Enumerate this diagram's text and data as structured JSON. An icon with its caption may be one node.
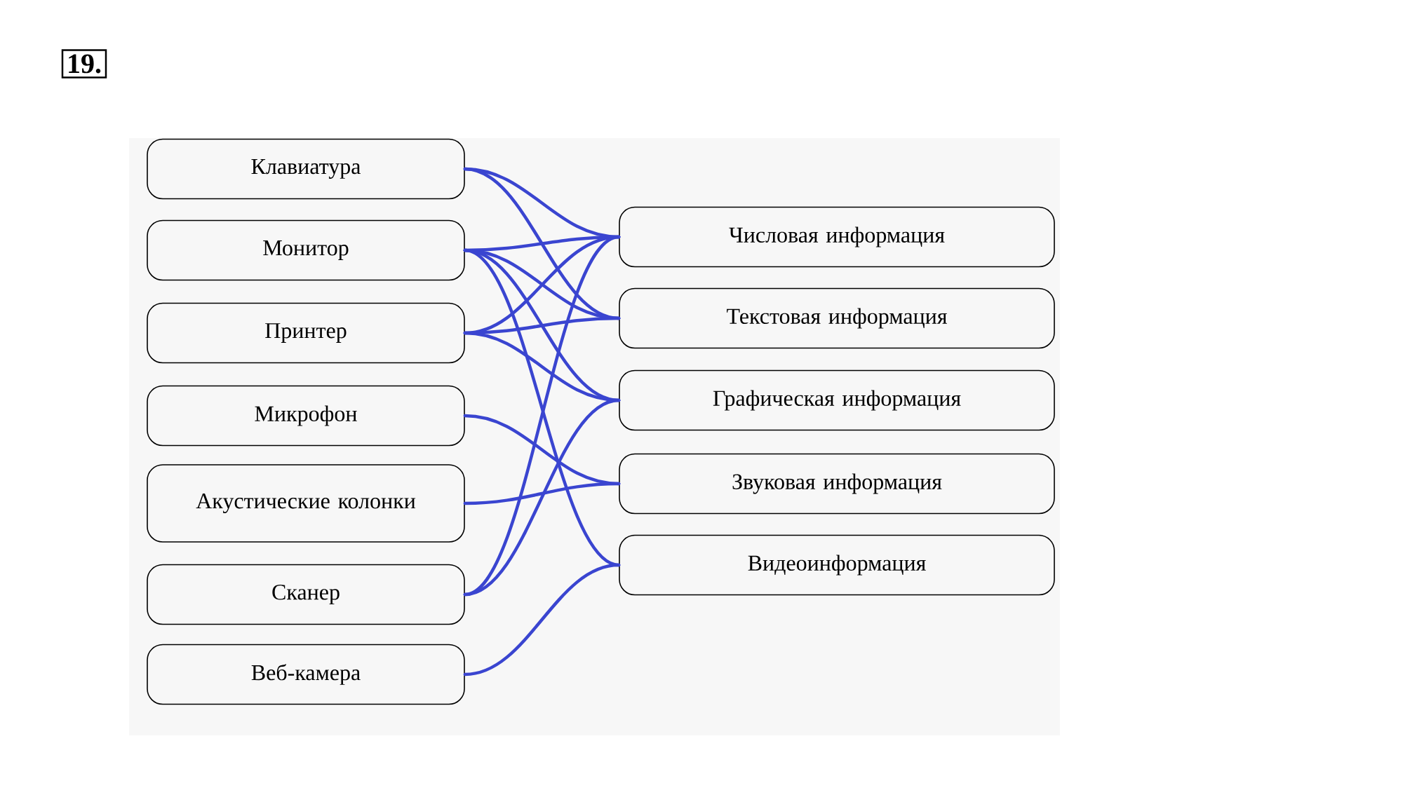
{
  "diagram": {
    "nodes": [
      {
        "text": [
          "Клавиатура"
        ]
      },
      {
        "text": [
          "Монитор"
        ]
      },
      {
        "text": [
          "Принтер"
        ]
      },
      {
        "text": [
          "Микрофон"
        ]
      },
      {
        "text": [
          "Акустические колонки"
        ]
      },
      {
        "text": [
          "Сканер"
        ]
      },
      {
        "text": [
          "Веб-камера"
        ]
      },
      {
        "text": [
          "Числовая информация"
        ]
      },
      {
        "text": [
          "Текстовая информация"
        ]
      },
      {
        "text": [
          "Графическая информация"
        ]
      },
      {
        "text": [
          "Звуковая информация"
        ]
      },
      {
        "text": [
          "Видеоинформация"
        ]
      }
    ],
    "edges": [
      {
        "from": 0,
        "to": 7,
        "arrow": "none"
      },
      {
        "from": 0,
        "to": 8,
        "arrow": "none"
      },
      {
        "from": 1,
        "to": 7,
        "arrow": "none"
      },
      {
        "from": 1,
        "to": 8,
        "arrow": "none"
      },
      {
        "from": 1,
        "to": 9,
        "arrow": "none"
      },
      {
        "from": 1,
        "to": 11,
        "arrow": "none"
      },
      {
        "from": 2,
        "to": 7,
        "arrow": "none"
      },
      {
        "from": 2,
        "to": 8,
        "arrow": "none"
      },
      {
        "from": 2,
        "to": 9,
        "arrow": "none"
      },
      {
        "from": 3,
        "to": 10,
        "arrow": "none"
      },
      {
        "from": 4,
        "to": 10,
        "arrow": "none"
      },
      {
        "from": 5,
        "to": 7,
        "arrow": "none"
      },
      {
        "from": 5,
        "to": 9,
        "arrow": "none"
      },
      {
        "from": 6,
        "to": 11,
        "arrow": "none"
      }
    ],
    "labels": [
      "19."
    ]
  }
}
